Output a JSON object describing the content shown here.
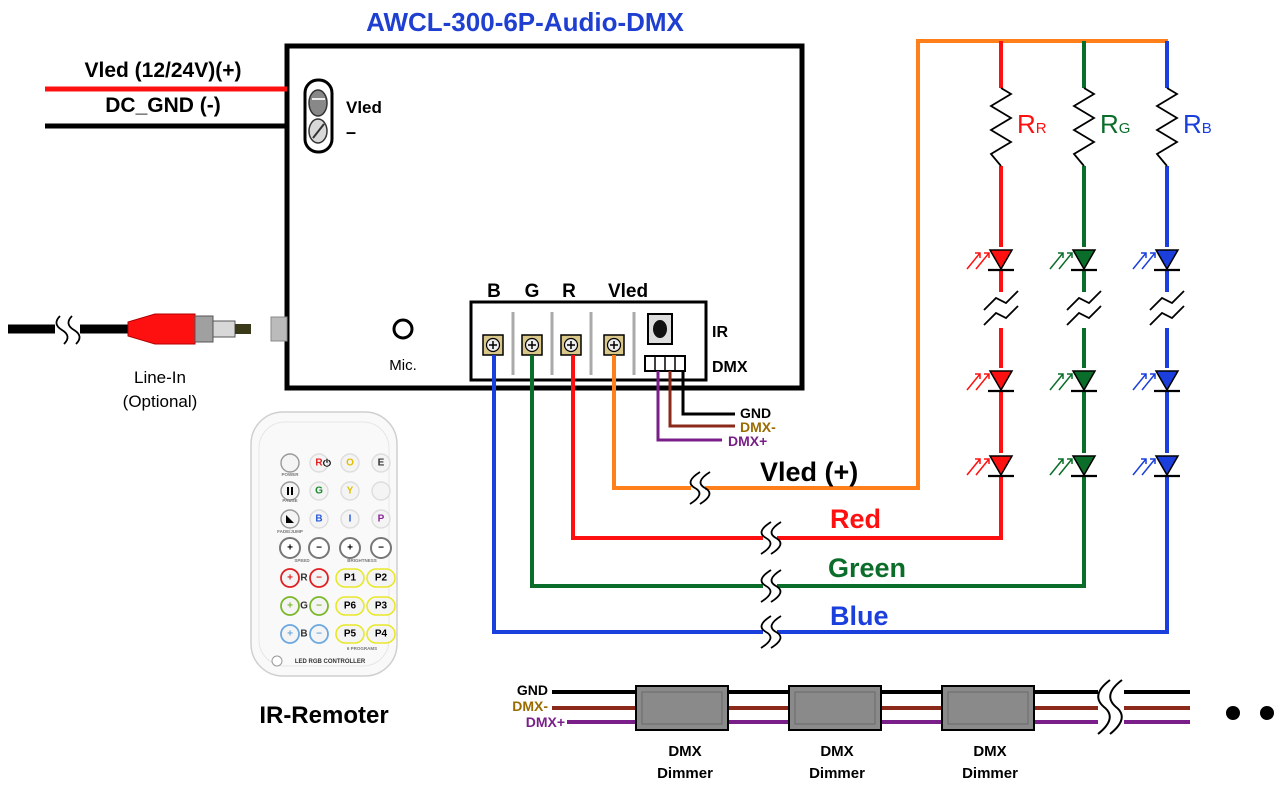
{
  "title": "AWCL-300-6P-Audio-DMX",
  "power": {
    "vled_label": "Vled (12/24V)(+)",
    "gnd_label": "DC_GND (-)"
  },
  "switch": {
    "label": "Vled",
    "minus": "–"
  },
  "mic_label": "Mic.",
  "line_in": {
    "line1": "Line-In",
    "line2": "(Optional)"
  },
  "terminals": {
    "b": "B",
    "g": "G",
    "r": "R",
    "vled": "Vled",
    "ir": "IR",
    "dmx": "DMX"
  },
  "dmx_wires": {
    "gnd": "GND",
    "minus": "DMX-",
    "plus": "DMX+"
  },
  "wires": {
    "vled": "Vled (+)",
    "red": "Red",
    "green": "Green",
    "blue": "Blue"
  },
  "resistors": {
    "r": {
      "main": "R",
      "sub": "R"
    },
    "g": {
      "main": "R",
      "sub": "G"
    },
    "b": {
      "main": "R",
      "sub": "B"
    }
  },
  "remote": {
    "caption": "IR-Remoter",
    "brand": "LED RGB CONTROLLER",
    "labels": {
      "power": "POWER",
      "pause": "PAUSE",
      "fade": "FADE/JUMP",
      "speed": "SPEED",
      "brightness": "BRIGHTNESS",
      "programs": "6 PROGRAMS"
    },
    "buttons": [
      "R",
      "O",
      "E",
      "G",
      "Y",
      "B",
      "I",
      "P",
      "P1",
      "P2",
      "P6",
      "P3",
      "P5",
      "P4"
    ],
    "mid_labels": [
      "R",
      "G",
      "B"
    ]
  },
  "dmx_bus": {
    "gnd": "GND",
    "minus": "DMX-",
    "plus": "DMX+",
    "dimmer_line1": "DMX",
    "dimmer_line2": "Dimmer"
  },
  "colors": {
    "title_blue": "#1f3fd1",
    "red": "#ff1010",
    "green": "#0a6e2a",
    "blue": "#1a3fdc",
    "orange": "#ff7f1a",
    "dmx_brown": "#8b2a1a",
    "dmx_purple": "#7a1f8a",
    "dmx_gold": "#9a6b00"
  }
}
